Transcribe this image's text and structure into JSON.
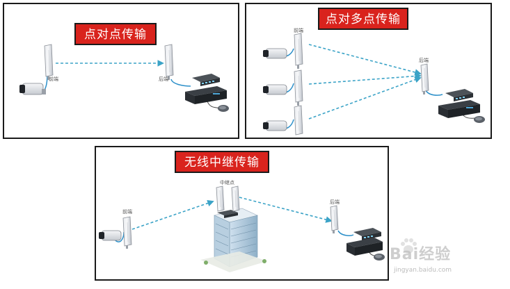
{
  "panels": {
    "point_to_point": {
      "title": "点对点传输",
      "front_label": "前端",
      "back_label": "后端"
    },
    "point_to_multipoint": {
      "title": "点对多点传输",
      "front_label": "前端",
      "back_label": "后端"
    },
    "relay": {
      "title": "无线中继传输",
      "front_label": "前端",
      "relay_label": "中继点",
      "back_label": "后端"
    }
  },
  "watermark": {
    "brand": "Bai经验",
    "domain": "jingyan.baidu.com"
  },
  "colors": {
    "title_bg": "#d9231d",
    "link_line": "#3ba3c7",
    "cable": "#2b8fc9"
  }
}
